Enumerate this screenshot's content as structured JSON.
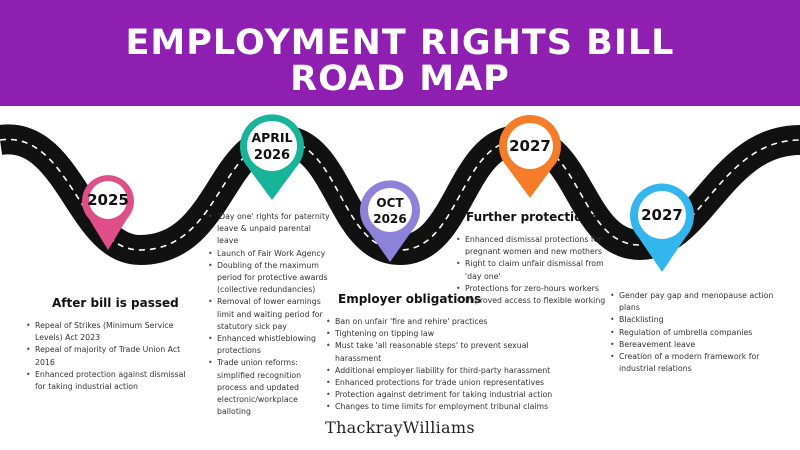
{
  "title": {
    "line1": "EMPLOYMENT RIGHTS BILL",
    "line2": "ROAD MAP"
  },
  "colors": {
    "banner": "#8e1fb0",
    "road": "#111111",
    "pin_pink": "#dd4f86",
    "pin_teal": "#18b49a",
    "pin_purple": "#8e82d8",
    "pin_orange": "#f57d2a",
    "pin_blue": "#33b6ee"
  },
  "milestones": [
    {
      "label": "2025",
      "heading": "After bill is passed",
      "items": [
        "Repeal of Strikes (Minimum Service Levels) Act 2023",
        "Repeal of majority of Trade Union Act 2016",
        "Enhanced protection against dismissal for taking industrial action"
      ]
    },
    {
      "label_line1": "APRIL",
      "label_line2": "2026",
      "items": [
        "'Day one' rights for paternity leave & unpaid parental leave",
        "Launch of Fair Work Agency",
        "Doubling of the maximum period for protective awards (collective redundancies)",
        "Removal of lower earnings limit and waiting period for statutory sick pay",
        "Enhanced whistleblowing protections",
        "Trade union reforms: simplified recognition process and updated electronic/workplace balloting"
      ]
    },
    {
      "label_line1": "OCT",
      "label_line2": "2026",
      "heading": "Employer obligations",
      "items": [
        "Ban on unfair 'fire and rehire' practices",
        "Tightening on tipping law",
        "Must take 'all reasonable steps' to prevent sexual harassment",
        "Additional employer liability for third-party harassment",
        "Enhanced protections for trade union representatives",
        "Protection against detriment for taking industrial action",
        "Changes to time limits for employment tribunal claims"
      ]
    },
    {
      "label": "2027",
      "heading": "Further protections",
      "items": [
        "Enhanced dismissal protections for pregnant women and new mothers",
        "Right to claim unfair dismissal from 'day one'",
        "Protections for zero-hours workers",
        "Improved access to flexible working"
      ]
    },
    {
      "label": "2027",
      "items": [
        "Gender pay gap and menopause action plans",
        "Blacklisting",
        " Regulation of umbrella companies",
        "Bereavement leave",
        "Creation of a modern framework for industrial relations"
      ]
    }
  ],
  "footer": {
    "logo": "ThackrayWilliams"
  }
}
